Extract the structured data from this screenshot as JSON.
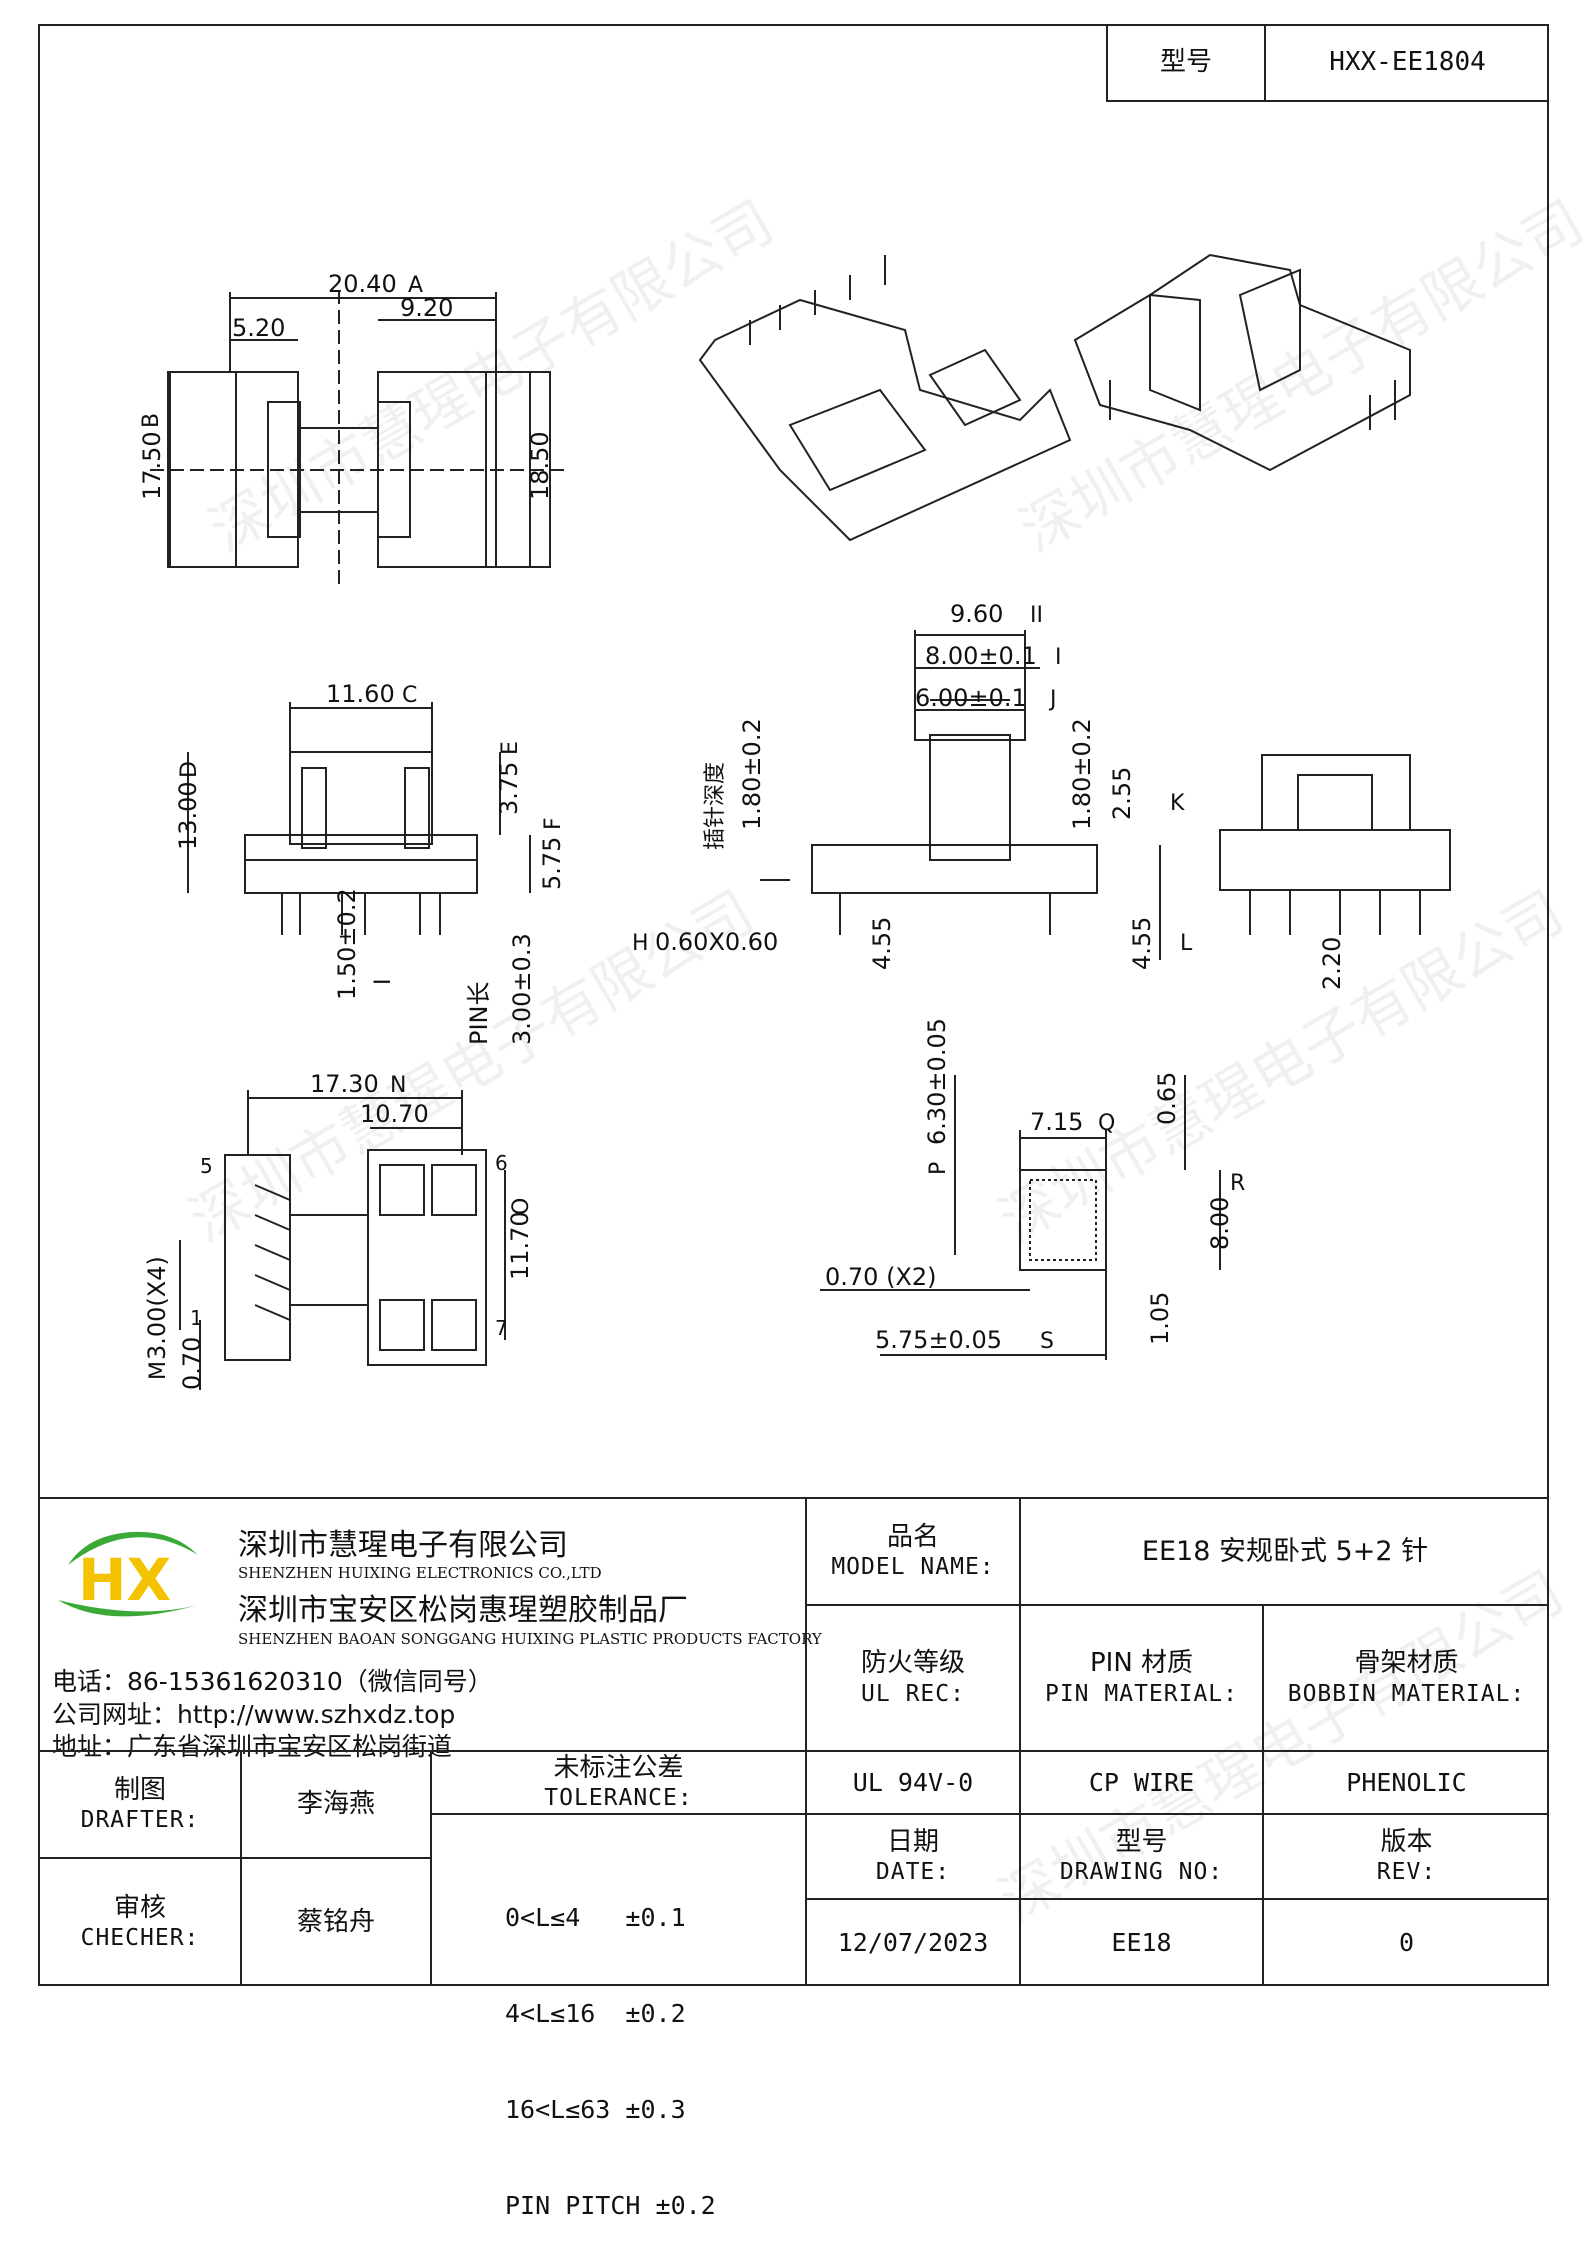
{
  "header": {
    "model_label": "型号",
    "model_value": "HXX-EE1804"
  },
  "watermark": "深圳市慧瑆电子有限公司",
  "drawing": {
    "top_view": {
      "dim_a": "20.40",
      "dim_a_tag": "A",
      "dim_b": "5.20",
      "dim_c": "9.20",
      "dim_d": "17.50",
      "dim_d_tag": "B",
      "dim_e": "18.50"
    },
    "side_view": {
      "dim_c": "11.60",
      "dim_c_tag": "C",
      "dim_h": "13.00",
      "dim_h_tag": "D",
      "dim_f": "3.75",
      "dim_f_tag": "E",
      "dim_g": "5.75",
      "dim_g_tag": "F",
      "dim_i": "1.50±0.2",
      "dim_i_tag": "I",
      "pin_len_label": "PIN长",
      "pin_len": "3.00±0.3"
    },
    "front_view": {
      "dim_j": "9.60",
      "dim_j_tag": "II",
      "dim_k": "8.00±0.1",
      "dim_k_tag": "I",
      "dim_l": "6.00±0.1",
      "dim_l_tag": "J",
      "insert_label": "插针深度",
      "insert_depth": "1.80±0.2",
      "dim_m": "1.80±0.2",
      "dim_n": "2.55",
      "dim_n_tag": "K",
      "pin_sq": "0.60X0.60",
      "pin_sq_tag": "H",
      "dim_o": "4.55",
      "dim_p": "4.55",
      "dim_p_tag": "L",
      "dim_q": "2.20"
    },
    "bottom_view": {
      "dim_r": "17.30",
      "dim_r_tag": "N",
      "dim_s": "10.70",
      "dim_t": "11.70",
      "dim_t_tag": "O",
      "pitch": "3.00(X4)",
      "pitch_tag": "M",
      "dim_u": "0.70",
      "pin_5": "5",
      "pin_1": "1",
      "pin_6": "6",
      "pin_7": "7"
    },
    "section_view": {
      "dim_w": "6.30±0.05",
      "dim_w_tag": "P",
      "dim_x": "7.15",
      "dim_x_tag": "Q",
      "dim_y": "0.65",
      "dim_z": "8.00",
      "dim_z_tag": "R",
      "wall": "0.70 (X2)",
      "dim_aa": "1.05",
      "dim_bb": "5.75±0.05",
      "dim_bb_tag": "S"
    }
  },
  "company": {
    "logo_text": "HX",
    "name_cn": "深圳市慧瑆电子有限公司",
    "name_en": "SHENZHEN HUIXING ELECTRONICS CO.,LTD",
    "factory_cn": "深圳市宝安区松岗惠瑆塑胶制品厂",
    "factory_en": "SHENZHEN BAOAN SONGGANG HUIXING PLASTIC PRODUCTS FACTORY",
    "phone": "电话：86-15361620310（微信同号）",
    "website": "公司网址：http://www.szhxdz.top",
    "address": "地址：广东省深圳市宝安区松岗街道"
  },
  "title_block": {
    "model_name_cn": "品名",
    "model_name_en": "MODEL NAME:",
    "model_name_value": "EE18 安规卧式 5+2 针",
    "ul_cn": "防火等级",
    "ul_en": "UL REC:",
    "pin_mat_cn": "PIN 材质",
    "pin_mat_en": "PIN MATERIAL:",
    "bobbin_cn": "骨架材质",
    "bobbin_en": "BOBBIN MATERIAL:",
    "ul_value": "UL 94V-0",
    "pin_value": "CP WIRE",
    "bobbin_value": "PHENOLIC",
    "drafter_cn": "制图",
    "drafter_en": "DRAFTER:",
    "drafter_name": "李海燕",
    "checker_cn": "审核",
    "checker_en": "CHECHER:",
    "checker_name": "蔡铭舟",
    "tol_cn": "未标注公差",
    "tol_en": "TOLERANCE:",
    "tol_lines": [
      "0<L≤4   ±0.1",
      "4<L≤16  ±0.2",
      "16<L≤63 ±0.3",
      "PIN PITCH ±0.2"
    ],
    "date_cn": "日期",
    "date_en": "DATE:",
    "dwg_cn": "型号",
    "dwg_en": "DRAWING NO:",
    "rev_cn": "版本",
    "rev_en": "REV:",
    "date_value": "12/07/2023",
    "dwg_value": "EE18",
    "rev_value": "0"
  },
  "colors": {
    "logo_green": "#3aa935",
    "logo_yellow": "#f3c300",
    "line": "#222222"
  }
}
